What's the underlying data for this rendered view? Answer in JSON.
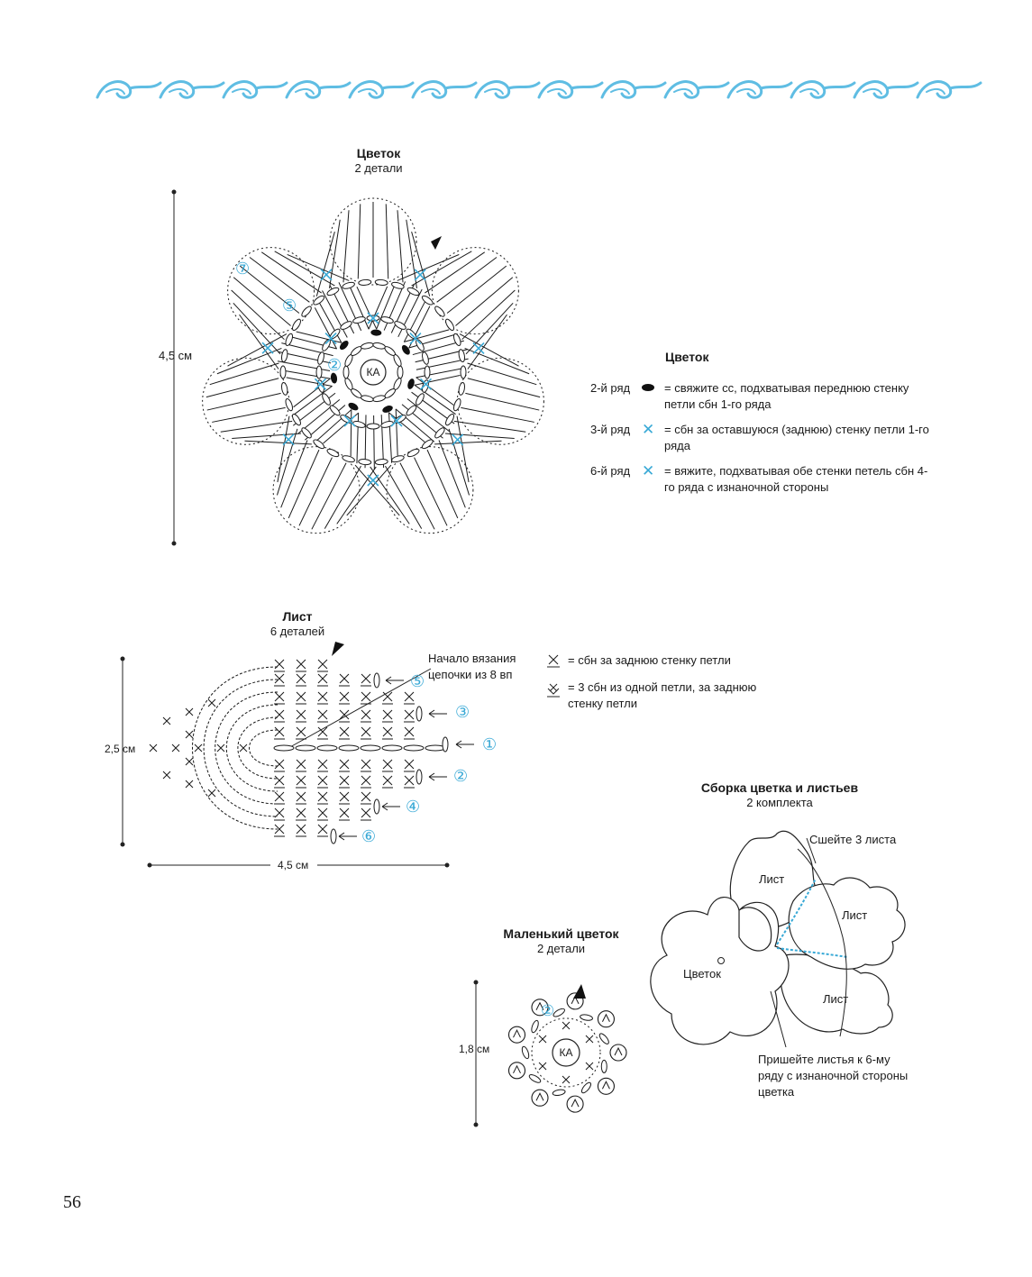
{
  "flower": {
    "title": "Цветок",
    "subtitle": "2 детали",
    "size": "4,5 см",
    "center": "КА",
    "row_labels": [
      "⑦",
      "⑤",
      "②"
    ]
  },
  "flower_legend": {
    "title": "Цветок",
    "rows": [
      {
        "row": "2-й ряд",
        "symbol": "oval-filled",
        "text": "= свяжите сс, подхватывая переднюю стенку петли сбн 1-го ряда"
      },
      {
        "row": "3-й ряд",
        "symbol": "cross-cyan",
        "text": "= сбн за оставшуюся (заднюю) стенку петли 1-го ряда"
      },
      {
        "row": "6-й ряд",
        "symbol": "cross-cyan",
        "text": "= вяжите, подхватывая обе стенки петель сбн 4-го ряда с изнаночной стороны"
      }
    ]
  },
  "leaf": {
    "title": "Лист",
    "subtitle": "6 деталей",
    "height": "2,5 см",
    "width": "4,5 см",
    "start_note": "Начало вязания цепочки из 8 вп",
    "row_markers": [
      "⑤",
      "③",
      "①",
      "②",
      "④",
      "⑥"
    ]
  },
  "leaf_legend": [
    {
      "symbol": "cross-underline",
      "text": "= сбн за заднюю стенку петли"
    },
    {
      "symbol": "triple-cross",
      "text": "= 3 сбн из одной петли, за заднюю стенку петли"
    }
  ],
  "assembly": {
    "title": "Сборка цветка и листьев",
    "subtitle": "2 комплекта",
    "sew_note": "Сшейте 3 листа",
    "leaf_label": "Лист",
    "flower_label": "Цветок",
    "attach_note": "Пришейте листья к 6-му ряду с изнаночной стороны цветка"
  },
  "small_flower": {
    "title": "Маленький цветок",
    "subtitle": "2 детали",
    "size": "1,8 см",
    "center": "КА",
    "row_label": "②"
  },
  "page_number": "56",
  "colors": {
    "accent": "#39a9d6",
    "ink": "#1a1a1a"
  }
}
